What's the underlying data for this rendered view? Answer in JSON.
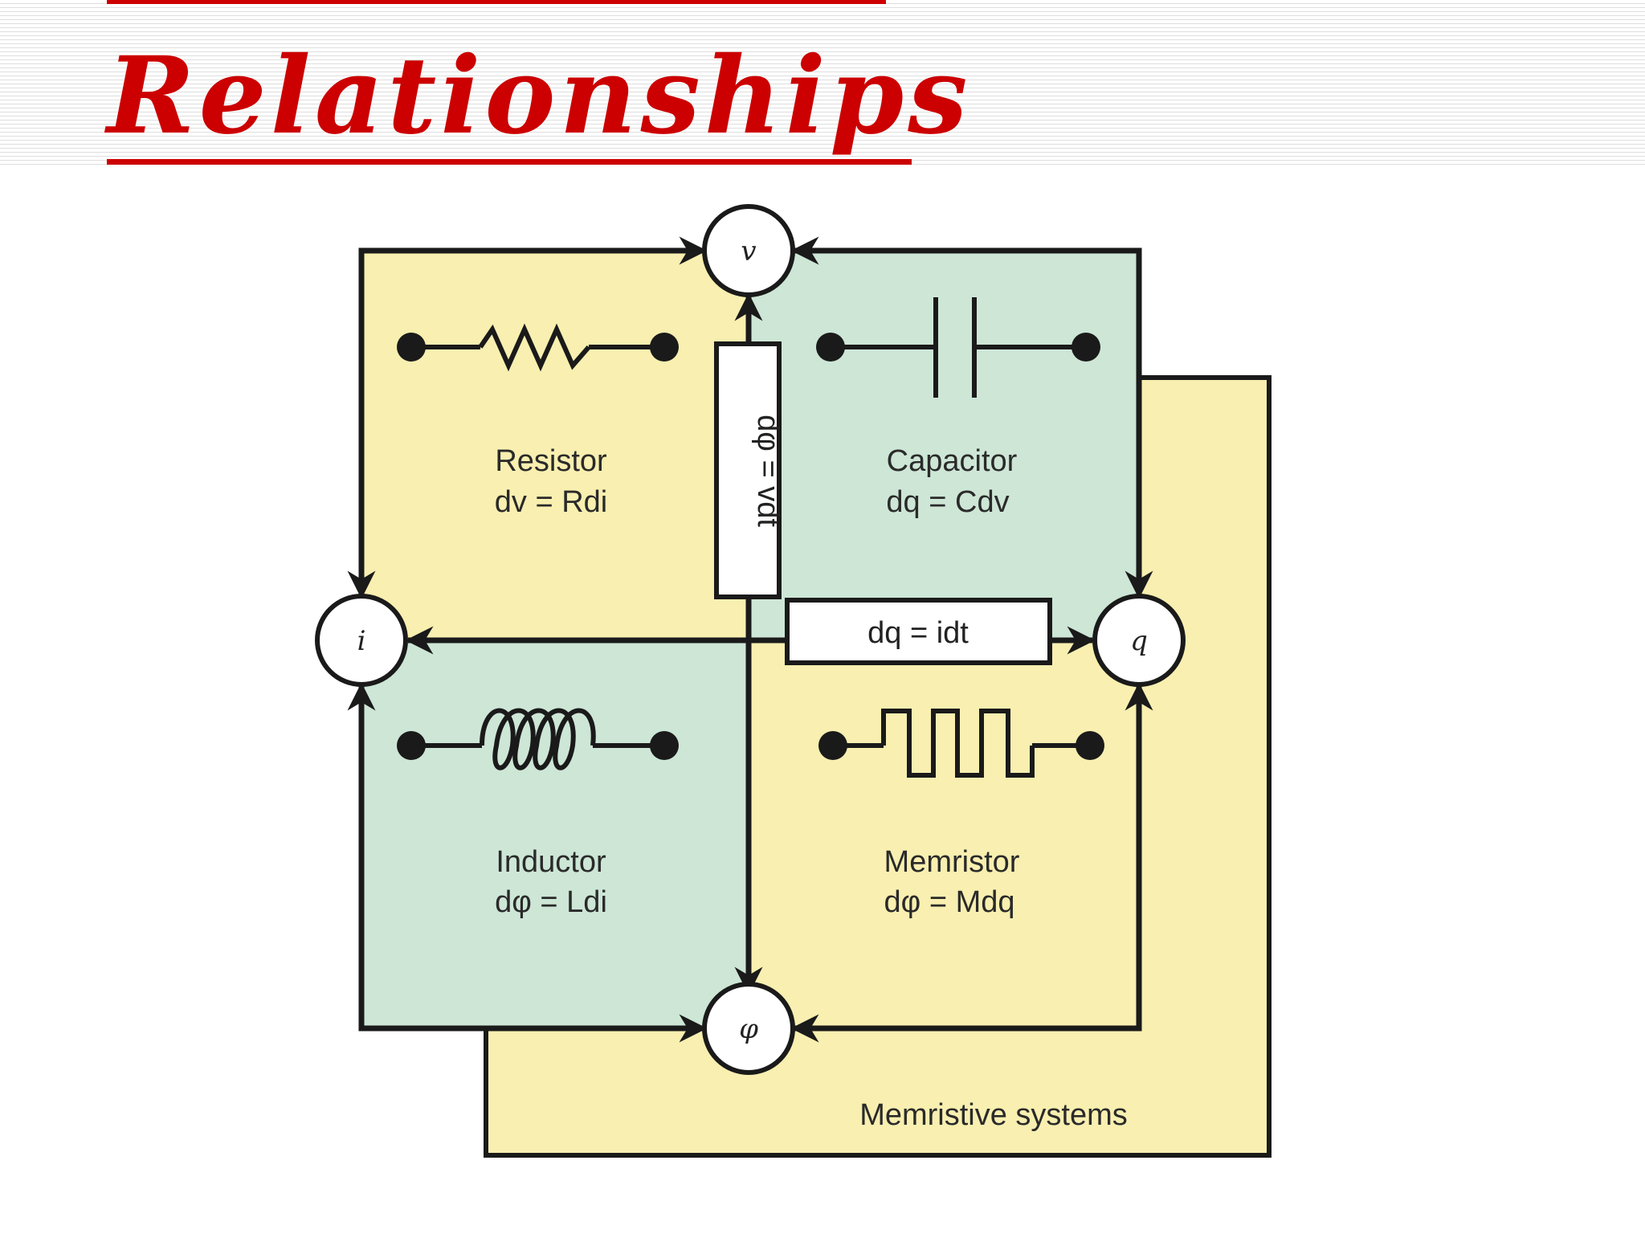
{
  "slide": {
    "title": "Relationships",
    "accent_color": "#cc0000"
  },
  "diagram": {
    "nodes": {
      "v": "v",
      "i": "i",
      "q": "q",
      "phi": "φ"
    },
    "links": {
      "flux_voltage": "dφ = vdt",
      "charge_current": "dq = idt"
    },
    "quadrants": {
      "resistor": {
        "name": "Resistor",
        "equation": "dv = Rdi",
        "color": "#f8efb0"
      },
      "capacitor": {
        "name": "Capacitor",
        "equation": "dq = Cdv",
        "color": "#cde6d6"
      },
      "inductor": {
        "name": "Inductor",
        "equation": "dφ = Ldi",
        "color": "#cde6d6"
      },
      "memristor": {
        "name": "Memristor",
        "equation": "dφ = Mdq",
        "color": "#f8efb0"
      }
    },
    "memristive_systems_label": "Memristive systems",
    "component_icons": [
      "resistor-icon",
      "capacitor-icon",
      "inductor-icon",
      "memristor-icon"
    ]
  }
}
